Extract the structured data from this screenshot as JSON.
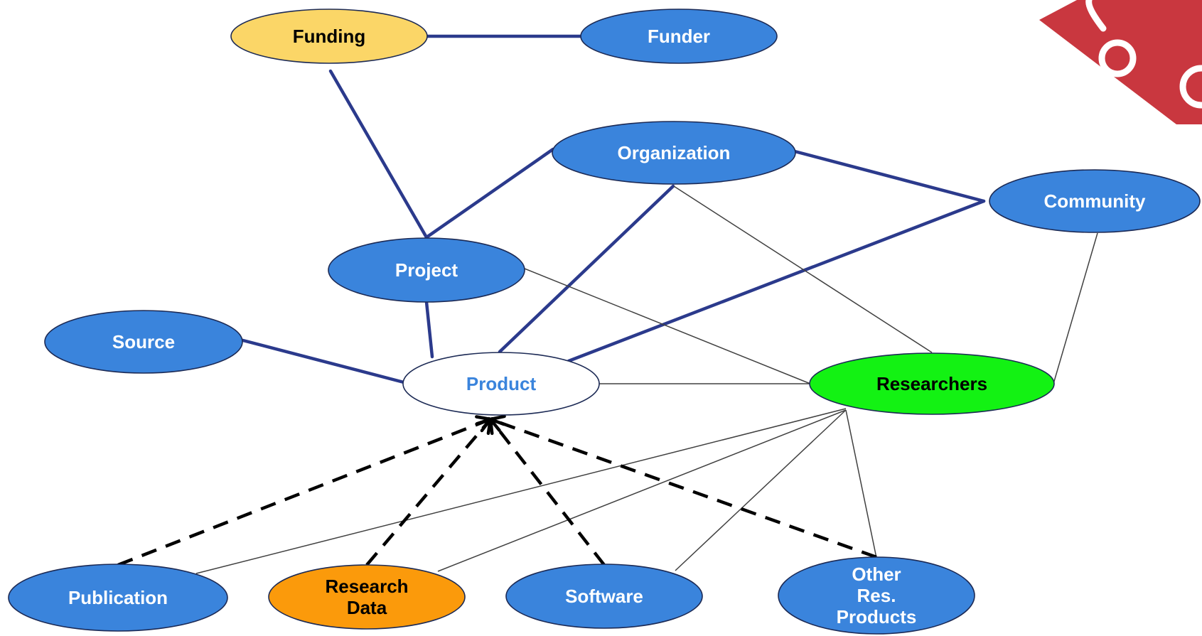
{
  "colors": {
    "node_blue": "#3a84dc",
    "node_blue_text": "#ffffff",
    "funding_yellow": "#fbd667",
    "research_data_orange": "#fb9a0b",
    "researchers_green": "#13f213",
    "product_fill": "#ffffff",
    "product_text": "#3a84dc",
    "dark_text": "#000000",
    "thick_edge": "#2b3a8c",
    "thin_edge": "#404040",
    "logo_red": "#c9373f"
  },
  "nodes": [
    {
      "id": "funding",
      "label": "Funding"
    },
    {
      "id": "funder",
      "label": "Funder"
    },
    {
      "id": "organization",
      "label": "Organization"
    },
    {
      "id": "community",
      "label": "Community"
    },
    {
      "id": "project",
      "label": "Project"
    },
    {
      "id": "source",
      "label": "Source"
    },
    {
      "id": "product",
      "label": "Product"
    },
    {
      "id": "researchers",
      "label": "Researchers"
    },
    {
      "id": "publication",
      "label": "Publication"
    },
    {
      "id": "research_data",
      "label": "Research Data",
      "lines": [
        "Research",
        "Data"
      ]
    },
    {
      "id": "software",
      "label": "Software"
    },
    {
      "id": "other_res_products",
      "label": "Other Res. Products",
      "lines": [
        "Other",
        "Res.",
        "Products"
      ]
    }
  ],
  "edges": [
    {
      "from": "funding",
      "to": "funder",
      "style": "thick"
    },
    {
      "from": "funding",
      "to": "project",
      "style": "thick"
    },
    {
      "from": "project",
      "to": "organization",
      "style": "thick"
    },
    {
      "from": "organization",
      "to": "community",
      "style": "thick"
    },
    {
      "from": "organization",
      "to": "product",
      "style": "thick"
    },
    {
      "from": "community",
      "to": "product",
      "style": "thick"
    },
    {
      "from": "project",
      "to": "product",
      "style": "thick"
    },
    {
      "from": "source",
      "to": "product",
      "style": "thick"
    },
    {
      "from": "organization",
      "to": "researchers",
      "style": "thin"
    },
    {
      "from": "project",
      "to": "researchers",
      "style": "thin"
    },
    {
      "from": "community",
      "to": "researchers",
      "style": "thin"
    },
    {
      "from": "product",
      "to": "researchers",
      "style": "thin"
    },
    {
      "from": "researchers",
      "to": "publication",
      "style": "thin"
    },
    {
      "from": "researchers",
      "to": "research_data",
      "style": "thin"
    },
    {
      "from": "researchers",
      "to": "software",
      "style": "thin"
    },
    {
      "from": "researchers",
      "to": "other_res_products",
      "style": "thin"
    },
    {
      "from": "publication",
      "to": "product",
      "style": "dashed-arrow"
    },
    {
      "from": "research_data",
      "to": "product",
      "style": "dashed-arrow"
    },
    {
      "from": "software",
      "to": "product",
      "style": "dashed-arrow"
    },
    {
      "from": "other_res_products",
      "to": "product",
      "style": "dashed-arrow"
    }
  ],
  "logo": {
    "icon": "openaire-logo-corner"
  }
}
